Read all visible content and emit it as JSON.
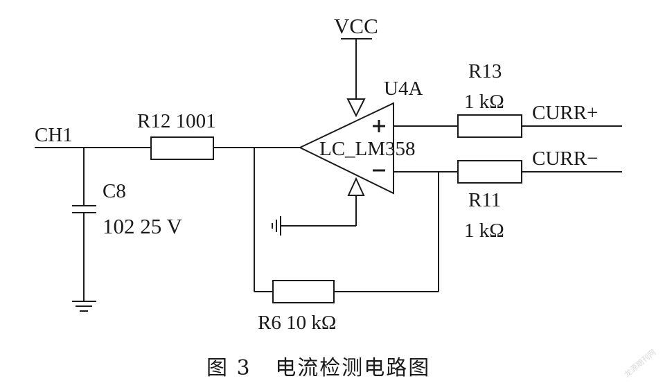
{
  "labels": {
    "vcc": "VCC",
    "u4a": "U4A",
    "opamp_part": "LC_LM358",
    "r13_name": "R13",
    "r13_value": "1 kΩ",
    "curr_plus": "CURR+",
    "curr_minus": "CURR−",
    "r11_name": "R11",
    "r11_value": "1 kΩ",
    "ch1": "CH1",
    "r12": "R12 1001",
    "c8_name": "C8",
    "c8_value": "102 25 V",
    "r6": "R6 10 kΩ"
  },
  "caption": "图 3   电流检测电路图",
  "watermark": "龙源期刊网"
}
